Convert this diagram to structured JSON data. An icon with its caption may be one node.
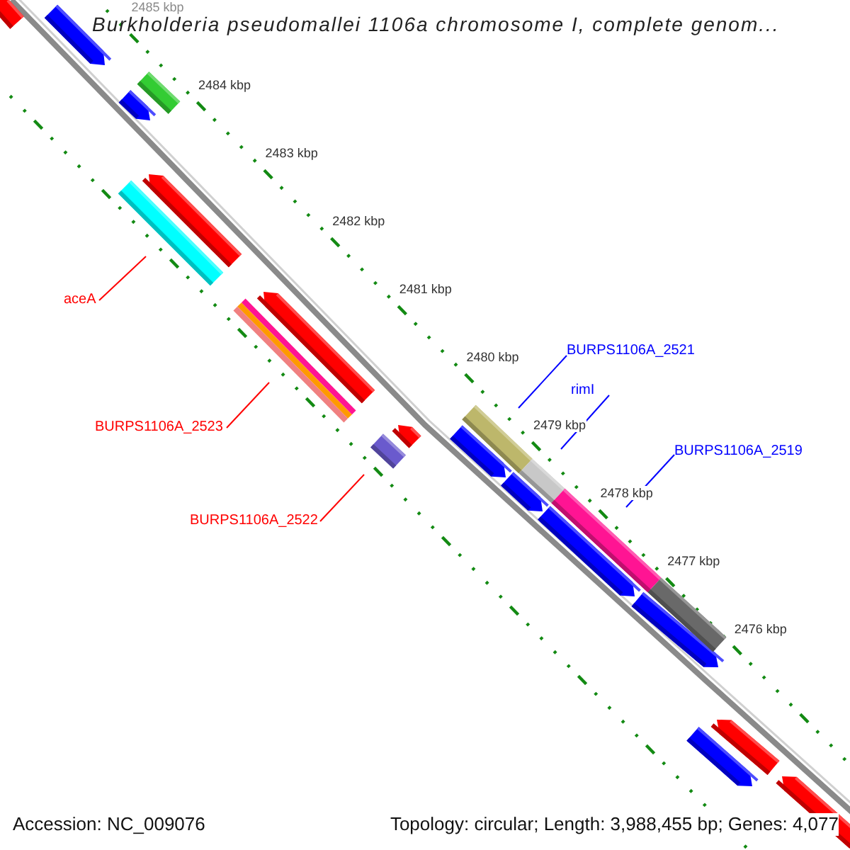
{
  "diagram": {
    "title": "Burkholderia pseudomallei 1106a chromosome I, complete genom...",
    "nodes": [
      {
        "text": [
          "aceA"
        ]
      },
      {
        "text": [],
        "shape": "bar"
      },
      {
        "text": [
          "BURPS1106A_2523"
        ]
      },
      {
        "text": [],
        "shape": "bar"
      },
      {
        "text": [
          "BURPS1106A_2522"
        ]
      },
      {
        "text": [],
        "shape": "bar"
      },
      {
        "text": [
          "BURPS1106A_2521"
        ]
      },
      {
        "text": [],
        "shape": "bar"
      },
      {
        "text": [
          "rimI"
        ]
      },
      {
        "text": [],
        "shape": "bar"
      },
      {
        "text": [
          "BURPS1106A_2519"
        ]
      },
      {
        "text": [],
        "shape": "bar"
      },
      {
        "text": [],
        "shape": "bar"
      }
    ],
    "edges": [
      {
        "from": 0,
        "to": 1,
        "arrow": "none",
        "color": "#ff0000"
      },
      {
        "from": 2,
        "to": 3,
        "arrow": "none",
        "color": "#ff0000"
      },
      {
        "from": 4,
        "to": 5,
        "arrow": "none",
        "color": "#ff0000"
      },
      {
        "from": 6,
        "to": 7,
        "arrow": "none",
        "color": "#0000ff"
      },
      {
        "from": 8,
        "to": 9,
        "arrow": "none",
        "color": "#0000ff"
      },
      {
        "from": 10,
        "to": 11,
        "arrow": "none",
        "color": "#0000ff"
      }
    ],
    "labels": [
      "2485 kbp",
      "2484 kbp",
      "2483 kbp",
      "2482 kbp",
      "2481 kbp",
      "2480 kbp",
      "2479 kbp",
      "2478 kbp",
      "2477 kbp",
      "2476 kbp",
      "Accession: NC_009076",
      "Topology: circular; Length: 3,988,455 bp; Genes: 4,077"
    ]
  }
}
